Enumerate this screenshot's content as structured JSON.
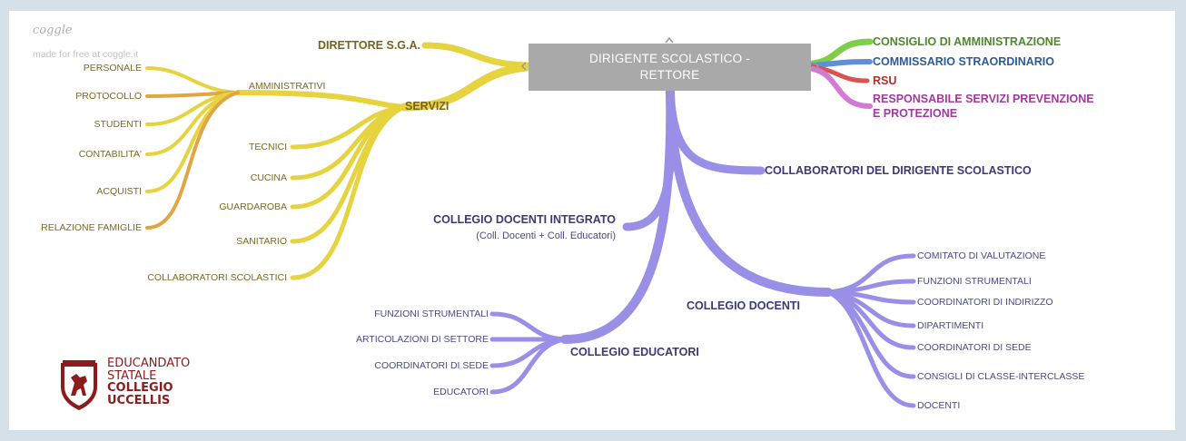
{
  "watermark": {
    "brand": "coggle",
    "subtitle": "made for free at coggle.it"
  },
  "central": {
    "line1": "DIRIGENTE SCOLASTICO -",
    "line2": "RETTORE"
  },
  "right_branches": {
    "consiglio": "CONSIGLIO DI AMMINISTRAZIONE",
    "commissario": "COMMISSARIO STRAORDINARIO",
    "rsu": "RSU",
    "rspp_line1": "RESPONSABILE SERVIZI PREVENZIONE",
    "rspp_line2": "E PROTEZIONE"
  },
  "direttore": "DIRETTORE S.G.A.",
  "servizi": {
    "label": "SERVIZI",
    "amministrativi": "AMMINISTRATIVI",
    "amm_items": [
      "PERSONALE",
      "PROTOCOLLO",
      "STUDENTI",
      "CONTABILITA'",
      "ACQUISTI",
      "RELAZIONE FAMIGLIE"
    ],
    "items": [
      "TECNICI",
      "CUCINA",
      "GUARDAROBA",
      "SANITARIO",
      "COLLABORATORI SCOLASTICI"
    ]
  },
  "collaboratori_ds": "COLLABORATORI DEL DIRIGENTE SCOLASTICO",
  "collegio_integrato": {
    "title": "COLLEGIO DOCENTI INTEGRATO",
    "subtitle": "(Coll. Docenti + Coll. Educatori)"
  },
  "collegio_docenti": {
    "label": "COLLEGIO DOCENTI",
    "items": [
      "COMITATO DI VALUTAZIONE",
      "FUNZIONI STRUMENTALI",
      "COORDINATORI DI INDIRIZZO",
      "DIPARTIMENTI",
      "COORDINATORI DI SEDE",
      "CONSIGLI DI CLASSE-INTERCLASSE",
      "DOCENTI"
    ]
  },
  "collegio_educatori": {
    "label": "COLLEGIO EDUCATORI",
    "items": [
      "FUNZIONI STRUMENTALI",
      "ARTICOLAZIONI DI SETTORE",
      "COORDINATORI DI SEDE",
      "EDUCATORI"
    ]
  },
  "logo": {
    "line1": "EDUCANDATO",
    "line2": "STATALE",
    "line3": "COLLEGIO",
    "line4": "UCCELLIS",
    "icon": "crest-lion-icon"
  },
  "colors": {
    "yellow": "#e5d33f",
    "orange": "#e0a545",
    "purple": "#9a8fe6",
    "green": "#7fce4a",
    "blue": "#5f8fd8",
    "red": "#d9534f",
    "magenta": "#d27ad6",
    "node": "#a9a9a9"
  }
}
